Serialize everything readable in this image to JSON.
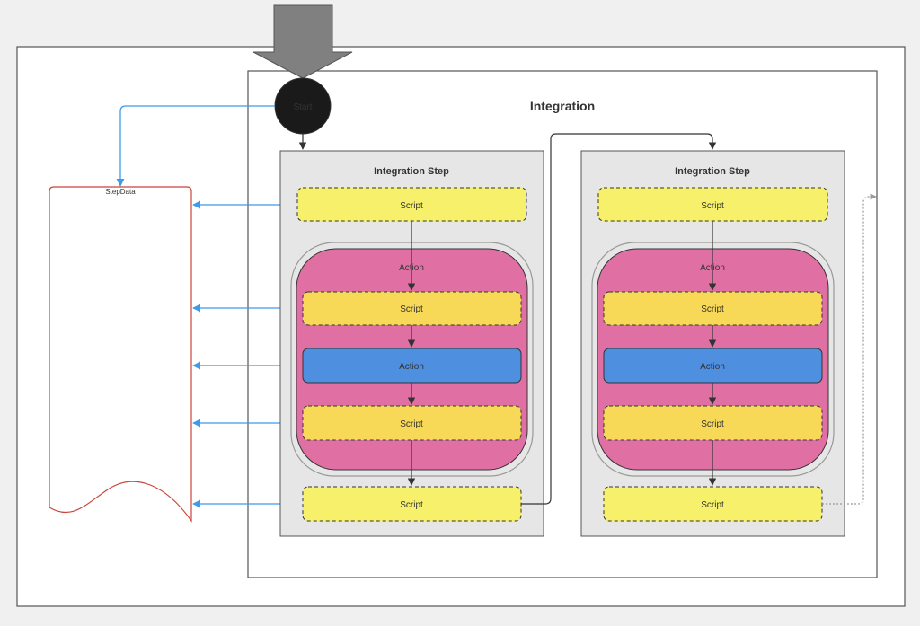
{
  "start_label": "Start",
  "integration_title": "Integration",
  "step_data_label": "StepData",
  "steps": [
    {
      "title": "Integration Step",
      "pre_script": "Script",
      "action_group_label": "Action",
      "inner_pre_script": "Script",
      "action": "Action",
      "inner_post_script": "Script",
      "post_script": "Script"
    },
    {
      "title": "Integration Step",
      "pre_script": "Script",
      "action_group_label": "Action",
      "inner_pre_script": "Script",
      "action": "Action",
      "inner_post_script": "Script",
      "post_script": "Script"
    }
  ],
  "colors": {
    "script_fill": "#f7f06a",
    "inner_script_fill": "#f7d857",
    "action_group_fill": "#e070a3",
    "action_fill": "#4f8fe0",
    "step_fill": "#e6e6e6",
    "arrow_blue": "#3d9be9",
    "stepdata_border": "#c9453a",
    "start_fill": "#1a1a1a"
  }
}
